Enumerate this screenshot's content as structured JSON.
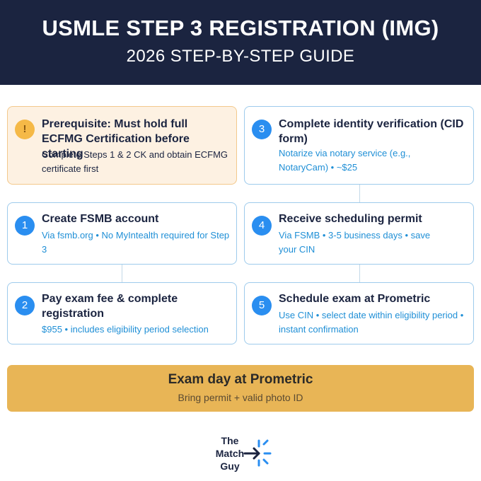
{
  "header": {
    "title": "USMLE STEP 3 REGISTRATION (IMG)",
    "subtitle": "2026 STEP-BY-STEP GUIDE"
  },
  "prerequisite": {
    "badge": "!",
    "title": "Prerequisite: Must hold full ECFMG Certification before starting",
    "description": "Complete Steps 1 & 2 CK and obtain ECFMG certificate first"
  },
  "steps": [
    {
      "number": "1",
      "title": "Create FSMB account",
      "description": "Via fsmb.org • No MyIntealth required for Step 3"
    },
    {
      "number": "2",
      "title": "Pay exam fee & complete registration",
      "description": "$955 • includes eligibility period selection"
    },
    {
      "number": "3",
      "title": "Complete identity verification (CID form)",
      "description": "Notarize via notary service (e.g., NotaryCam) • ~$25"
    },
    {
      "number": "4",
      "title": "Receive scheduling permit",
      "description": "Via FSMB • 3-5 business days • save your CIN"
    },
    {
      "number": "5",
      "title": "Schedule exam at Prometric",
      "description": "Use CIN • select date within eligibility period • instant confirmation"
    }
  ],
  "exam_day": {
    "title": "Exam day at Prometric",
    "description": "Bring permit + valid photo ID"
  },
  "logo": {
    "line1": "The",
    "line2": "Match",
    "line3": "Guy",
    "icon": "spark-arrow-icon",
    "accent": "#2a8ef0"
  }
}
